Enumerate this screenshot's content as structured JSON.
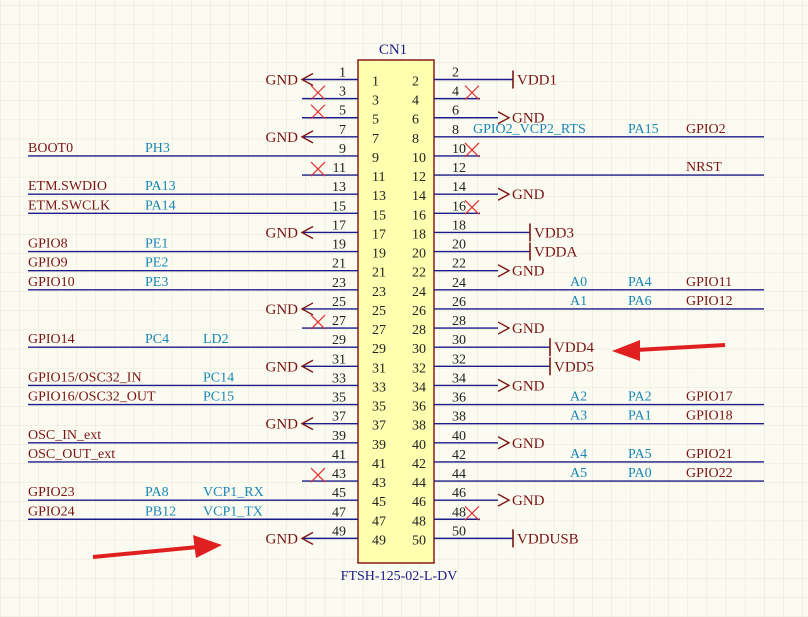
{
  "colors": {
    "background": "#fbfbf1",
    "grid": "#e6e6d6",
    "wire": "#1b1b8a",
    "net": "#7a1515",
    "port": "#1a86b5",
    "pin_number": "#222222",
    "component_fill": "#ffffb0",
    "component_stroke": "#8a1a1a",
    "no_connect": "#e03030",
    "arrow": "#e02020"
  },
  "component": {
    "designator": "CN1",
    "part_number": "FTSH-125-02-L-DV"
  },
  "odd_pins": [
    {
      "num": "1",
      "net": "GND",
      "sym": "gnd"
    },
    {
      "num": "3",
      "nc": true
    },
    {
      "num": "5",
      "nc": true
    },
    {
      "num": "7",
      "net": "GND",
      "sym": "gnd"
    },
    {
      "num": "9",
      "labels": [
        "BOOT0",
        "PH3"
      ]
    },
    {
      "num": "11",
      "nc": true
    },
    {
      "num": "13",
      "labels": [
        "ETM.SWDIO",
        "PA13"
      ]
    },
    {
      "num": "15",
      "labels": [
        "ETM.SWCLK",
        "PA14"
      ]
    },
    {
      "num": "17",
      "net": "GND",
      "sym": "gnd"
    },
    {
      "num": "19",
      "labels": [
        "GPIO8",
        "PE1"
      ]
    },
    {
      "num": "21",
      "labels": [
        "GPIO9",
        "PE2"
      ]
    },
    {
      "num": "23",
      "labels": [
        "GPIO10",
        "PE3"
      ]
    },
    {
      "num": "25",
      "net": "GND",
      "sym": "gnd"
    },
    {
      "num": "27",
      "nc": true
    },
    {
      "num": "29",
      "labels": [
        "GPIO14",
        "PC4",
        "LD2"
      ]
    },
    {
      "num": "31",
      "net": "GND",
      "sym": "gnd"
    },
    {
      "num": "33",
      "labels": [
        "GPIO15/OSC32_IN",
        "PC14"
      ]
    },
    {
      "num": "35",
      "labels": [
        "GPIO16/OSC32_OUT",
        "PC15"
      ]
    },
    {
      "num": "37",
      "net": "GND",
      "sym": "gnd"
    },
    {
      "num": "39",
      "labels": [
        "OSC_IN_ext"
      ]
    },
    {
      "num": "41",
      "labels": [
        "OSC_OUT_ext"
      ]
    },
    {
      "num": "43",
      "nc": true
    },
    {
      "num": "45",
      "labels": [
        "GPIO23",
        "PA8",
        "VCP1_RX"
      ]
    },
    {
      "num": "47",
      "labels": [
        "GPIO24",
        "PB12",
        "VCP1_TX"
      ]
    },
    {
      "num": "49",
      "net": "GND",
      "sym": "gnd"
    }
  ],
  "even_pins": [
    {
      "num": "2",
      "net": "VDD1",
      "sym": "bar"
    },
    {
      "num": "4",
      "nc": true
    },
    {
      "num": "6",
      "net": "GND",
      "sym": "gnd"
    },
    {
      "num": "8",
      "labels": [
        "GPIO2_VCP2_RTS",
        "PA15",
        "GPIO2"
      ]
    },
    {
      "num": "10",
      "nc": true
    },
    {
      "num": "12",
      "labels": [
        "NRST"
      ]
    },
    {
      "num": "14",
      "net": "GND",
      "sym": "gnd"
    },
    {
      "num": "16",
      "nc": true
    },
    {
      "num": "18",
      "net": "VDD3",
      "sym": "bar"
    },
    {
      "num": "20",
      "net": "VDDA",
      "sym": "bar"
    },
    {
      "num": "22",
      "net": "GND",
      "sym": "gnd"
    },
    {
      "num": "24",
      "labels": [
        "A0",
        "PA4",
        "GPIO11"
      ]
    },
    {
      "num": "26",
      "labels": [
        "A1",
        "PA6",
        "GPIO12"
      ]
    },
    {
      "num": "28",
      "net": "GND",
      "sym": "gnd"
    },
    {
      "num": "30",
      "net": "VDD4",
      "sym": "bar"
    },
    {
      "num": "32",
      "net": "VDD5",
      "sym": "bar"
    },
    {
      "num": "34",
      "net": "GND",
      "sym": "gnd"
    },
    {
      "num": "36",
      "labels": [
        "A2",
        "PA2",
        "GPIO17"
      ]
    },
    {
      "num": "38",
      "labels": [
        "A3",
        "PA1",
        "GPIO18"
      ]
    },
    {
      "num": "40",
      "net": "GND",
      "sym": "gnd"
    },
    {
      "num": "42",
      "labels": [
        "A4",
        "PA5",
        "GPIO21"
      ]
    },
    {
      "num": "44",
      "labels": [
        "A5",
        "PA0",
        "GPIO22"
      ]
    },
    {
      "num": "46",
      "net": "GND",
      "sym": "gnd"
    },
    {
      "num": "48",
      "nc": true
    },
    {
      "num": "50",
      "net": "VDDUSB",
      "sym": "bar"
    }
  ],
  "annotations": [
    {
      "kind": "arrow",
      "points_to": "VDD4"
    },
    {
      "kind": "arrow",
      "points_to": "pin 49 GND"
    }
  ]
}
